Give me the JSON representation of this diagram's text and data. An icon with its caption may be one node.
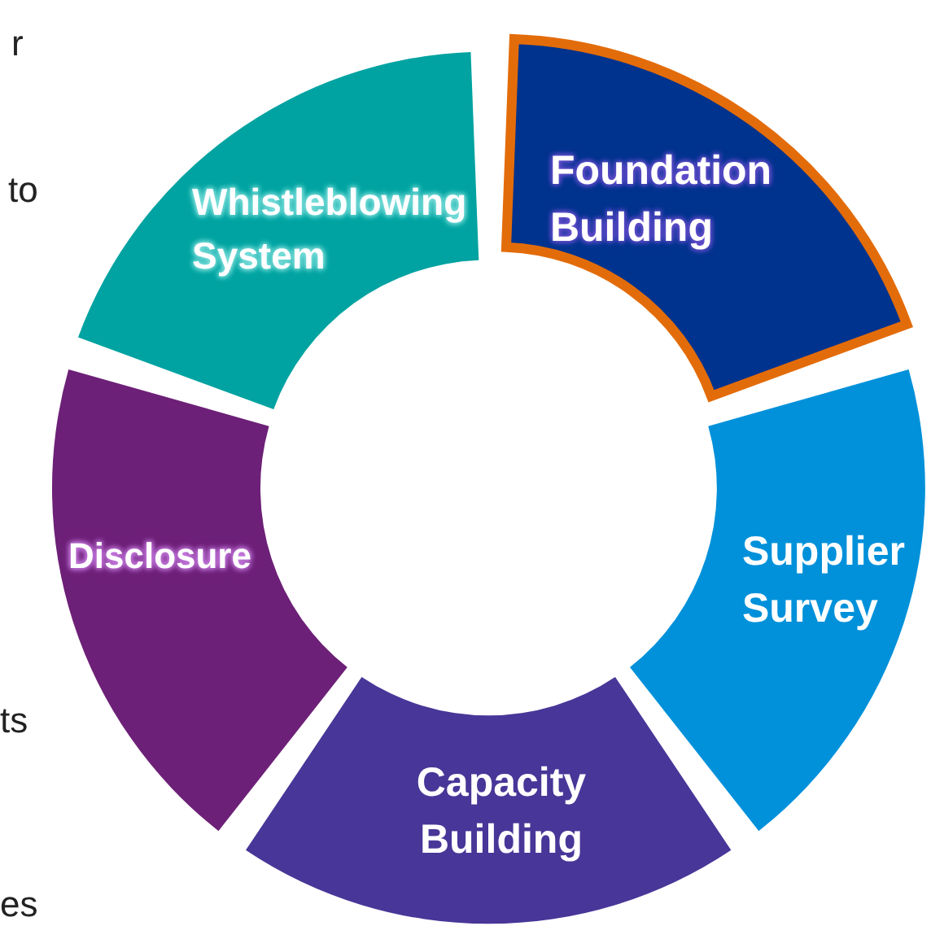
{
  "diagram": {
    "nodes": [
      {
        "text": [
          "Foundation Building"
        ]
      },
      {
        "text": [
          "Supplier Survey"
        ]
      },
      {
        "text": [
          "Capacity Building"
        ]
      },
      {
        "text": [
          "Disclosure"
        ]
      },
      {
        "text": [
          "Whistleblowing System"
        ]
      }
    ],
    "labels": [
      "r",
      "to",
      "ts",
      "es"
    ]
  }
}
